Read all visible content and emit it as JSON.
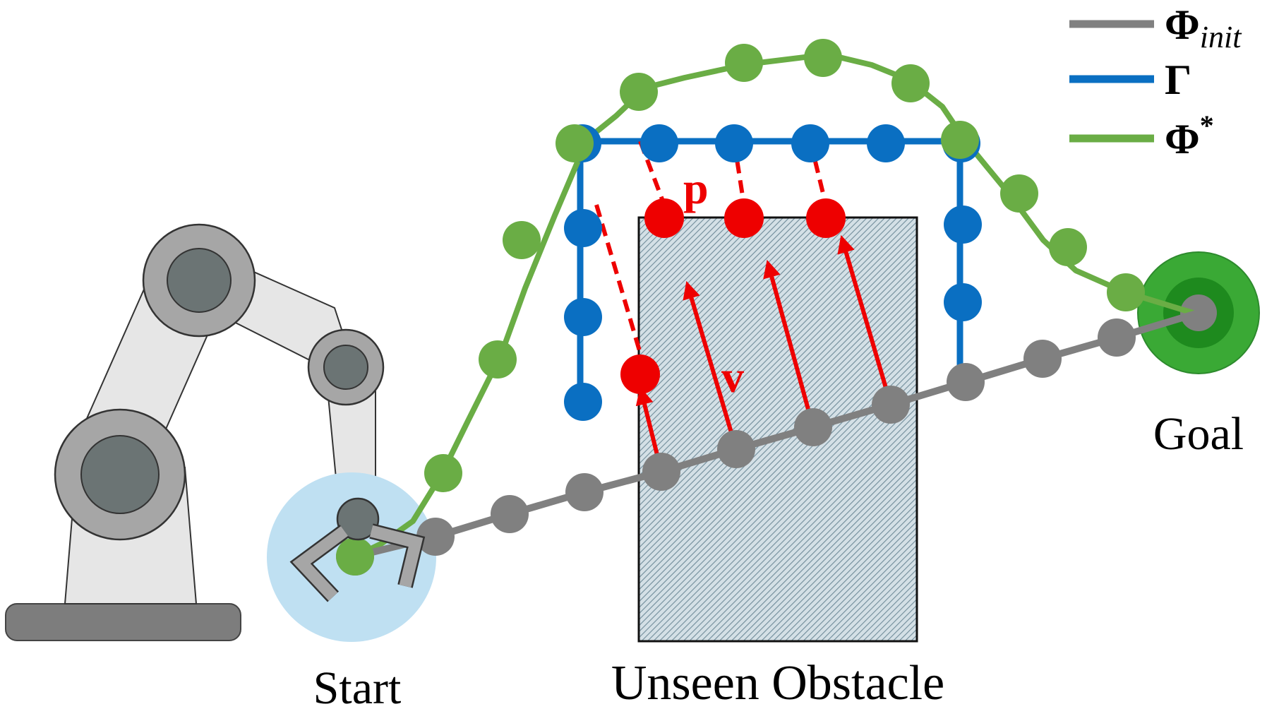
{
  "labels": {
    "start": "Start",
    "goal": "Goal",
    "obstacle": "Unseen Obstacle",
    "p": "p",
    "v": "v"
  },
  "legend": [
    {
      "symbol": "Φ",
      "subscript": "init",
      "superscript": "",
      "color": "#808080"
    },
    {
      "symbol": "Γ",
      "subscript": "",
      "superscript": "",
      "color": "#0a6fc2"
    },
    {
      "symbol": "Φ",
      "subscript": "",
      "superscript": "*",
      "color": "#6aad45"
    }
  ],
  "colors": {
    "initial_path": "#808080",
    "detour_path": "#0a6fc2",
    "optimized_path": "#6aad45",
    "projection": "#ee0000",
    "goal_outer": "#3aa935",
    "goal_inner": "#1e8a1e",
    "start_zone": "#bfe0f2",
    "robot_body": "#e6e6e6",
    "robot_joint": "#a6a6a6",
    "robot_joint_core": "#6b7474",
    "robot_base": "#7d7d7d",
    "obstacle_fill": "#c4d3da"
  },
  "icons": [
    "robot-arm-icon",
    "gripper-icon"
  ]
}
